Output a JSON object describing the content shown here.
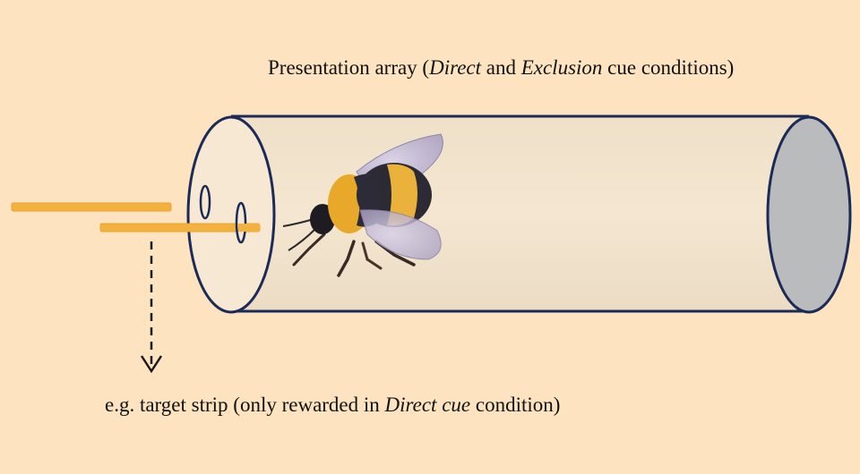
{
  "captions": {
    "top": {
      "prefix": "Presentation array (",
      "em1": "Direct",
      "mid": " and ",
      "em2": "Exclusion",
      "suffix": " cue conditions)"
    },
    "bottom": {
      "prefix": "e.g. target strip (only rewarded in ",
      "em1": "Direct cue",
      "suffix": " condition)"
    }
  },
  "colors": {
    "background": "#fde3bf",
    "tube_fill": "#f3e3cb",
    "tube_outline": "#1c2a57",
    "tube_end": "#b9bbbd",
    "strip": "#f5b13d",
    "arrow": "#1a1a1a"
  },
  "icons": {
    "insect": "bumblebee-icon",
    "arrow": "dashed-down-arrow-icon"
  }
}
